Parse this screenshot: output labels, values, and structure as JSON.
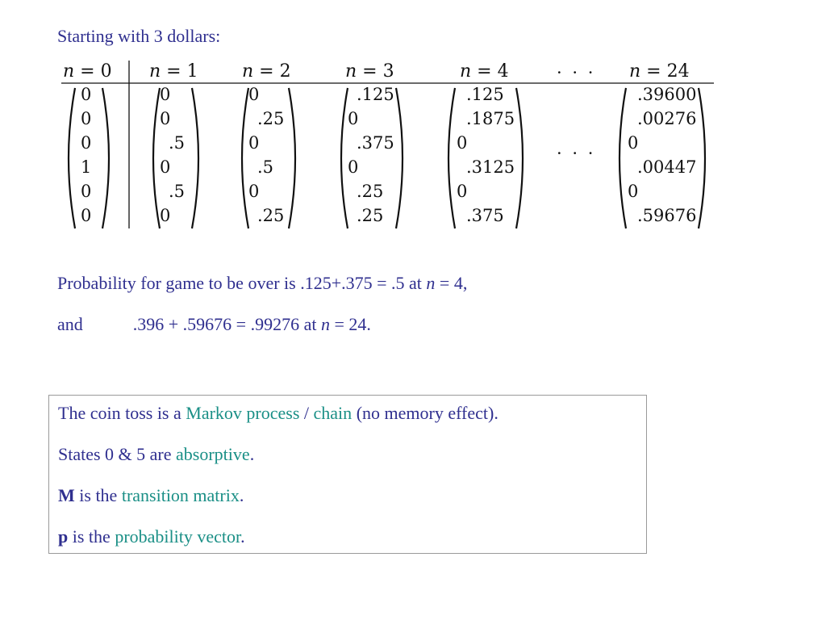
{
  "heading": "Starting with 3 dollars:",
  "table": {
    "columns": [
      {
        "label_var": "n",
        "label_rest": " = 0",
        "values": [
          "0",
          "0",
          "0",
          "1",
          "0",
          "0"
        ]
      },
      {
        "label_var": "n",
        "label_rest": " = 1",
        "values": [
          "0",
          "0",
          ".5",
          "0",
          ".5",
          "0"
        ]
      },
      {
        "label_var": "n",
        "label_rest": " = 2",
        "values": [
          "0",
          ".25",
          "0",
          ".5",
          "0",
          ".25"
        ]
      },
      {
        "label_var": "n",
        "label_rest": " = 3",
        "values": [
          ".125",
          "0",
          ".375",
          "0",
          ".25",
          ".25"
        ]
      },
      {
        "label_var": "n",
        "label_rest": " = 4",
        "values": [
          ".125",
          ".1875",
          "0",
          ".3125",
          "0",
          ".375"
        ]
      },
      {
        "label_var": "n",
        "label_rest": " = 24",
        "values": [
          ".39600",
          ".00276",
          "0",
          ".00447",
          "0",
          ".59676"
        ]
      }
    ],
    "ellipsis": "· · ·"
  },
  "line1": {
    "prefix": "Probability for game to be over is .125+.375 = .5  at ",
    "var": "n",
    "suffix": " = 4,"
  },
  "line2": {
    "word": "and",
    "expr": ".396 + .59676 = .99276   at  ",
    "var": "n",
    "suffix": " = 24."
  },
  "note": {
    "l1_a": "The coin toss is a ",
    "l1_b": "Markov process",
    "l1_c": " / ",
    "l1_d": "chain",
    "l1_e": " (no memory effect).",
    "l2_a": "States 0 & 5 are ",
    "l2_b": "absorptive",
    "l2_c": ".",
    "l3_a": "M",
    "l3_b": " is the ",
    "l3_c": "transition matrix",
    "l3_d": ".",
    "l4_a": "p",
    "l4_b": " is the ",
    "l4_c": "probability vector",
    "l4_d": "."
  },
  "colors": {
    "text": "#2f2f8f",
    "highlight": "#1a8f86",
    "border": "#9a9a9a"
  }
}
